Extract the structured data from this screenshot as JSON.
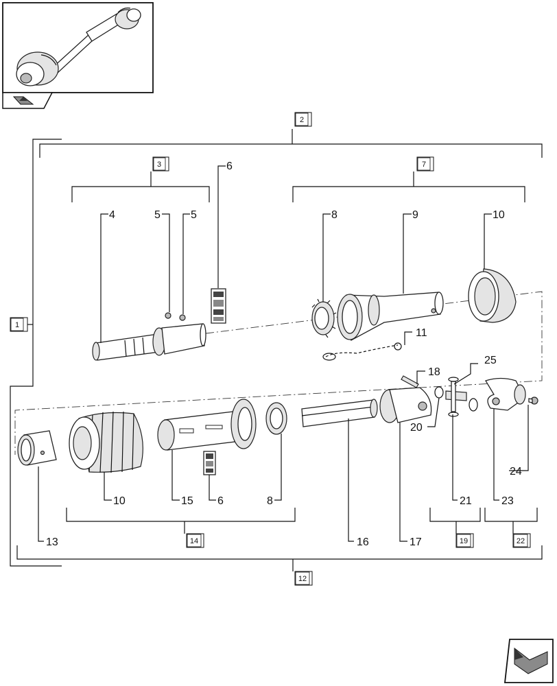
{
  "callouts": {
    "c1": "1",
    "c2": "2",
    "c3": "3",
    "c4": "4",
    "c5a": "5",
    "c5b": "5",
    "c6a": "6",
    "c6b": "6",
    "c7": "7",
    "c8a": "8",
    "c8b": "8",
    "c9": "9",
    "c10a": "10",
    "c10b": "10",
    "c11": "11",
    "c12": "12",
    "c13": "13",
    "c14": "14",
    "c15": "15",
    "c16": "16",
    "c17": "17",
    "c18": "18",
    "c19": "19",
    "c20": "20",
    "c21": "21",
    "c22": "22",
    "c23": "23",
    "c24": "24",
    "c25": "25"
  },
  "icons": {
    "thumbnail": "driveshaft-overview-icon",
    "prev_nav": "previous-page-arrow-icon",
    "next_nav": "next-page-arrow-icon"
  }
}
